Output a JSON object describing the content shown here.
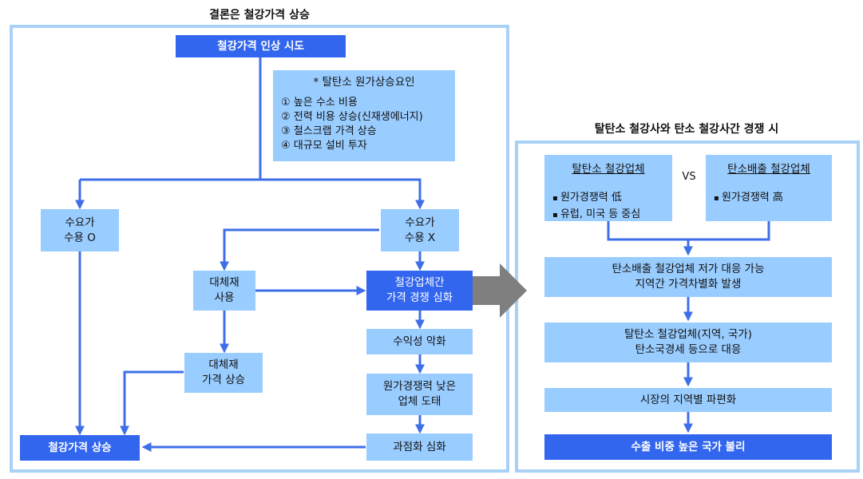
{
  "left": {
    "title": "결론은 철강가격 상승",
    "top_node": "철강가격 인상 시도",
    "factors": {
      "heading": "* 탈탄소 원가상승요인",
      "items": [
        "① 높은 수소 비용",
        "② 전력 비용 상승(신재생에너지)",
        "③ 철스크랩 가격 상승",
        "④ 대규모 설비 투자"
      ]
    },
    "accept": [
      "수요가",
      "수용 O"
    ],
    "reject": [
      "수요가",
      "수용 X"
    ],
    "substitute": [
      "대체재",
      "사용"
    ],
    "sub_price": [
      "대체재",
      "가격 상승"
    ],
    "competition": [
      "철강업체간",
      "가격 경쟁 심화"
    ],
    "profit": "수익성 악화",
    "weed_out": [
      "원가경쟁력 낮은",
      "업체 도태"
    ],
    "oligopoly": "과점화 심화",
    "result": "철강가격 상승"
  },
  "right": {
    "title": "탈탄소 철강사와 탄소 철강사간 경쟁 시",
    "decarb": {
      "name": "탈탄소 철강업체",
      "items": [
        "원가경쟁력 低",
        "유럽, 미국 등 중심"
      ]
    },
    "vs": "VS",
    "emitter": {
      "name": "탄소배출 철강업체",
      "items": [
        "원가경쟁력 高"
      ]
    },
    "step1": [
      "탄소배출 철강업체 저가 대응 가능",
      "지역간 가격차별화 발생"
    ],
    "step2": [
      "탈탄소 철강업체(지역, 국가)",
      "탄소국경세 등으로 대응"
    ],
    "step3": "시장의 지역별 파편화",
    "step4": "수출 비중 높은 국가 불리"
  },
  "colors": {
    "frame": "#a9d0f5",
    "light_box": "#99ccff",
    "dark_box": "#3366ee",
    "connector": "#3f6fe8",
    "big_arrow": "#7f7f7f"
  }
}
